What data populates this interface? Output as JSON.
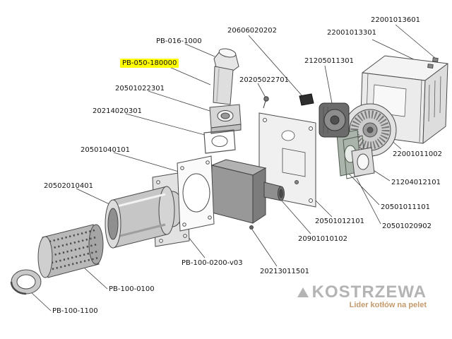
{
  "diagram": {
    "type": "exploded-parts-diagram",
    "subject": "pellet burner assembly",
    "highlight_color": "#ffff00",
    "labels": [
      {
        "text": "22001013601"
      },
      {
        "text": "22001013301"
      },
      {
        "text": "20606020202"
      },
      {
        "text": "PB-016-1000"
      },
      {
        "text": "21205011301"
      },
      {
        "text": "PB-050-180000",
        "highlighted": true
      },
      {
        "text": "20205022701"
      },
      {
        "text": "20501022301"
      },
      {
        "text": "20214020301"
      },
      {
        "text": "22001011002"
      },
      {
        "text": "20501040101"
      },
      {
        "text": "21204012101"
      },
      {
        "text": "20502010401"
      },
      {
        "text": "20501011101"
      },
      {
        "text": "20501012101"
      },
      {
        "text": "20501020902"
      },
      {
        "text": "20901010102"
      },
      {
        "text": "PB-100-0200-v03"
      },
      {
        "text": "20213011501"
      },
      {
        "text": "PB-100-0100"
      },
      {
        "text": "PB-100-1100"
      }
    ],
    "watermark": {
      "brand": "KOSTRZEWA",
      "tagline": "Lider kotłów na pelet",
      "brand_color": "#b4b4b4",
      "tagline_color": "#c49a6c"
    }
  }
}
